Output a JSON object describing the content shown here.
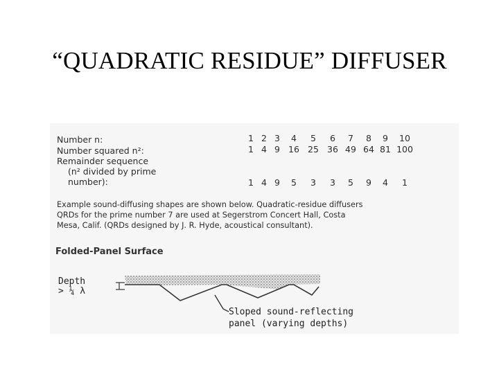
{
  "slide": {
    "title": "“QUADRATIC RESIDUE” DIFFUSER"
  },
  "table": {
    "row_labels": {
      "number": "Number n:",
      "squared": "Number squared n²:",
      "remainder_1": "Remainder sequence",
      "remainder_2": "(n² divided by prime",
      "remainder_3": "number):"
    },
    "numbers": [
      "1",
      "2",
      "3",
      "4",
      "5",
      "6",
      "7",
      "8",
      "9",
      "10"
    ],
    "squares": [
      "1",
      "4",
      "9",
      "16",
      "25",
      "36",
      "49",
      "64",
      "81",
      "100"
    ],
    "remainders": [
      "1",
      "4",
      "9",
      "5",
      "3",
      "3",
      "5",
      "9",
      "4",
      "1"
    ]
  },
  "description": {
    "line1": "Example sound-diffusing shapes are shown below. Quadratic-residue diffusers",
    "line2": "QRDs for the prime number 7 are used at Segerstrom Concert Hall, Costa",
    "line3": "Mesa, Calif. (QRDs designed by J. R. Hyde, acoustical consultant)."
  },
  "figure": {
    "heading": "Folded-Panel Surface",
    "depth_label": "Depth",
    "depth_value": "> ¼ λ",
    "callout_line1": "Sloped sound-reflecting",
    "callout_line2": "panel (varying depths)"
  },
  "colors": {
    "background": "#ffffff",
    "scan_background": "#f6f6f6",
    "ink": "#2c2c2c"
  }
}
